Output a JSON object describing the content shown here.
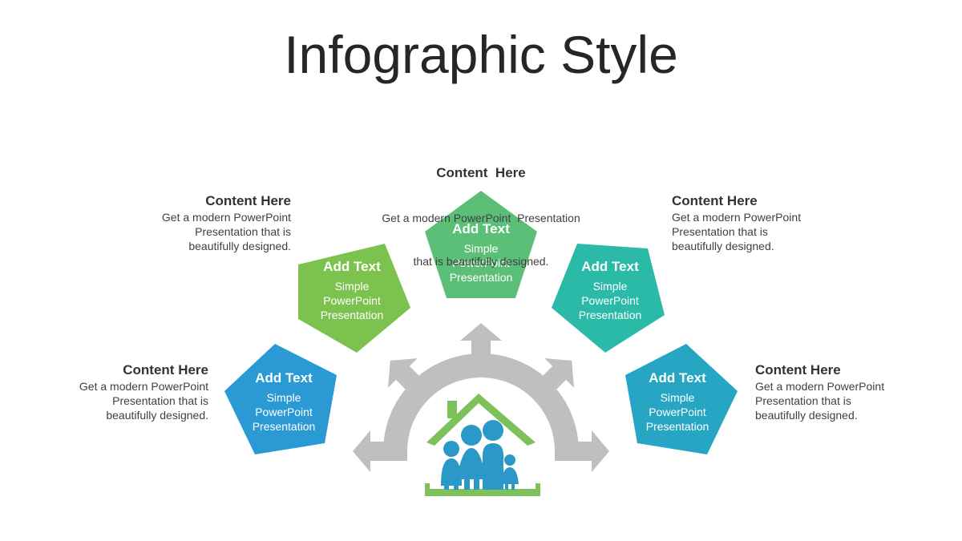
{
  "title": "Infographic Style",
  "colors": {
    "gear": "#bfbfbf",
    "house_roof": "#7cc15a",
    "house_floor": "#7cc15a",
    "family": "#2b99c8",
    "pentagon_1": "#2b99d3",
    "pentagon_2": "#7cc24e",
    "pentagon_3": "#5cbf77",
    "pentagon_4": "#2bbaa8",
    "pentagon_5": "#27a6c3"
  },
  "icons": [
    "gear-arrows-icon",
    "house-icon",
    "family-icon"
  ],
  "items": [
    {
      "heading": "Content Here",
      "desc_lines": [
        "Get a modern PowerPoint",
        "Presentation that is",
        "beautifully designed."
      ],
      "shape_title": "Add Text",
      "shape_lines": [
        "Simple",
        "PowerPoint",
        "Presentation"
      ]
    },
    {
      "heading": "Content Here",
      "desc_lines": [
        "Get a modern PowerPoint",
        "Presentation that is",
        "beautifully designed."
      ],
      "shape_title": "Add Text",
      "shape_lines": [
        "Simple",
        "PowerPoint",
        "Presentation"
      ]
    },
    {
      "heading": "Content  Here",
      "desc_lines": [
        "Get a modern PowerPoint  Presentation",
        "that is beautifully designed."
      ],
      "shape_title": "Add Text",
      "shape_lines": [
        "Simple",
        "PowerPoint",
        "Presentation"
      ]
    },
    {
      "heading": "Content Here",
      "desc_lines": [
        "Get a modern PowerPoint",
        "Presentation that is",
        "beautifully designed."
      ],
      "shape_title": "Add Text",
      "shape_lines": [
        "Simple",
        "PowerPoint",
        "Presentation"
      ]
    },
    {
      "heading": "Content Here",
      "desc_lines": [
        "Get a modern PowerPoint",
        "Presentation that is",
        "beautifully designed."
      ],
      "shape_title": "Add Text",
      "shape_lines": [
        "Simple",
        "PowerPoint",
        "Presentation"
      ]
    }
  ]
}
